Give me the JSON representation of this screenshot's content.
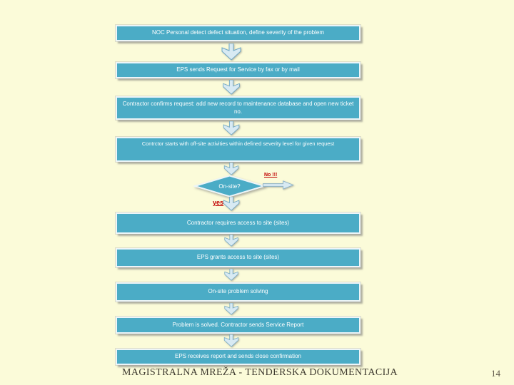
{
  "slide": {
    "background_color": "#FBFBD9",
    "box_fill_color": "#4BACC6",
    "box_border_color": "#EDF5F8",
    "arrow_fill_color": "#D8EAF3",
    "branch_text_color": "#C00000"
  },
  "flowchart": {
    "steps": [
      {
        "type": "process",
        "label": "NOC Personal detect defect situation, define severity of the problem"
      },
      {
        "type": "process",
        "label": "EPS sends Request for Service by fax or by mail"
      },
      {
        "type": "process",
        "label": "Contractor confirms request: add new record to maintenance database and open new ticket no."
      },
      {
        "type": "process",
        "label": "Contrctor starts with off-site activities within defined severity level for given request"
      },
      {
        "type": "decision",
        "label": "On-site?",
        "no_label": "No !!!",
        "yes_label": "yes"
      },
      {
        "type": "process",
        "label": "Contractor requires access to site (sites)"
      },
      {
        "type": "process",
        "label": "EPS grants access to site (sites)"
      },
      {
        "type": "process",
        "label": "On-site problem solving"
      },
      {
        "type": "process",
        "label": "Problem is solved. Contractor sends Service Report"
      },
      {
        "type": "process",
        "label": "EPS receives report and sends close confirmation"
      }
    ]
  },
  "footer": {
    "title": "MAGISTRALNA MREŽA - TENDERSKA DOKUMENTACIJA",
    "page_number": "14"
  }
}
